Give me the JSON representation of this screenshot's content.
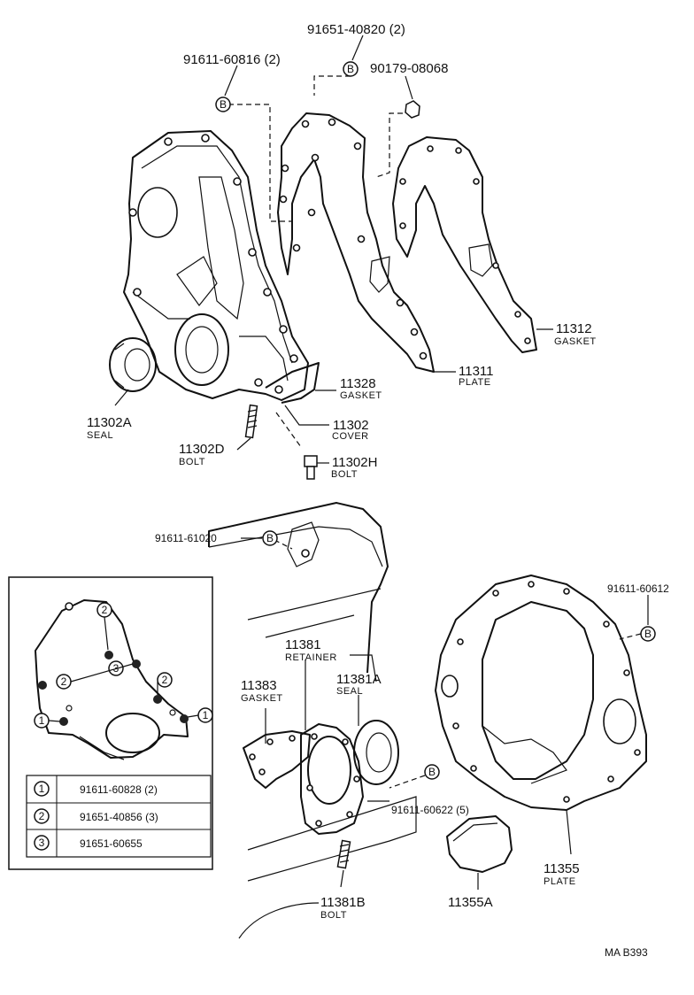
{
  "callouts": {
    "p_91651_40820": "91651-40820 (2)",
    "p_91611_60816": "91611-60816 (2)",
    "p_90179_08068": "90179-08068",
    "p_11312": "11312",
    "p_11312_desc": "GASKET",
    "p_11311": "11311",
    "p_11311_desc": "PLATE",
    "p_11328": "11328",
    "p_11328_desc": "GASKET",
    "p_11302": "11302",
    "p_11302_desc": "COVER",
    "p_11302A": "11302A",
    "p_11302A_desc": "SEAL",
    "p_11302D": "11302D",
    "p_11302D_desc": "BOLT",
    "p_11302H": "11302H",
    "p_11302H_desc": "BOLT",
    "p_91611_61020": "91611-61020",
    "p_91611_60612": "91611-60612",
    "p_11381": "11381",
    "p_11381_desc": "RETAINER",
    "p_11383": "11383",
    "p_11383_desc": "GASKET",
    "p_11381A": "11381A",
    "p_11381A_desc": "SEAL",
    "p_91611_60622": "91611-60622 (5)",
    "p_11355": "11355",
    "p_11355_desc": "PLATE",
    "p_11381B": "11381B",
    "p_11381B_desc": "BOLT",
    "p_11355A": "11355A",
    "marker_B": "B"
  },
  "inset": {
    "markers": {
      "one": "1",
      "two": "2",
      "three": "3"
    },
    "legend": [
      {
        "marker": "1",
        "part": "91611-60828 (2)"
      },
      {
        "marker": "2",
        "part": "91651-40856 (3)"
      },
      {
        "marker": "3",
        "part": "91651-60655"
      }
    ]
  },
  "footer": {
    "code": "MA B393"
  }
}
